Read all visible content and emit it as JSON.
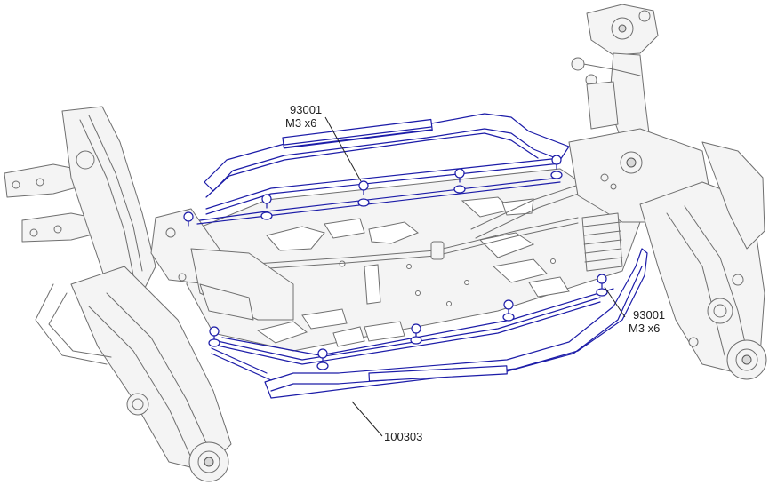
{
  "callouts": [
    {
      "part_number": "93001",
      "spec": "M3 x6"
    },
    {
      "part_number": "93001",
      "spec": "M3 x6"
    },
    {
      "part_number": "100303",
      "spec": ""
    }
  ],
  "colors": {
    "highlight": "#1c1ca8",
    "linework": "#6f6f6f",
    "background": "#ffffff"
  }
}
